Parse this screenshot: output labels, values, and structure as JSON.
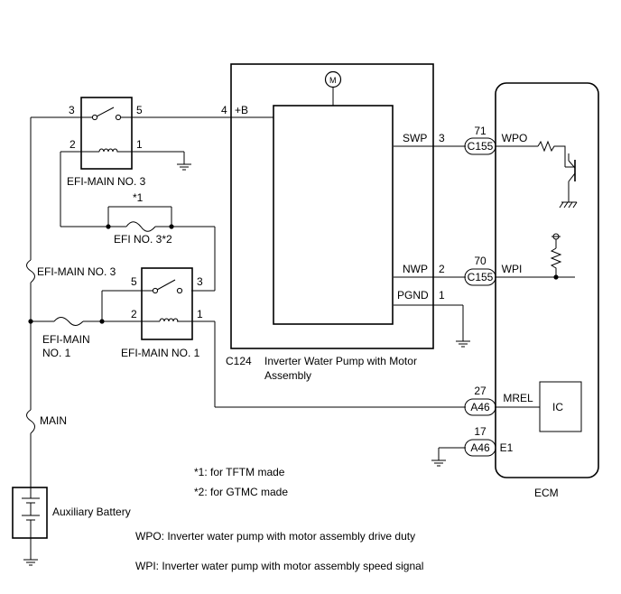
{
  "relays": {
    "efi_main_3": {
      "name": "EFI-MAIN NO. 3",
      "pin_in": "3",
      "pin_out": "5",
      "coil_a": "2",
      "coil_b": "1"
    },
    "efi_main_1": {
      "name": "EFI-MAIN NO. 1",
      "pin_in": "5",
      "pin_out": "3",
      "coil_a": "2",
      "coil_b": "1"
    }
  },
  "fuses": {
    "efi_no3": {
      "name": "EFI NO. 3*2",
      "note": "*1"
    },
    "efi_main3": {
      "name": "EFI-MAIN NO. 3"
    },
    "efi_main": {
      "name_line1": "EFI-MAIN",
      "name_line2": "NO. 1"
    },
    "main": {
      "name": "MAIN"
    }
  },
  "battery": {
    "name": "Auxiliary Battery"
  },
  "pump": {
    "connector": "C124",
    "title_line1": "Inverter Water Pump with Motor",
    "title_line2": "Assembly",
    "motor_symbol": "M",
    "pin_b_num": "4",
    "pin_b_label": "+B",
    "pin_swp_label": "SWP",
    "pin_swp_num": "3",
    "pin_nwp_label": "NWP",
    "pin_nwp_num": "2",
    "pin_pgnd_label": "PGND",
    "pin_pgnd_num": "1"
  },
  "ecm": {
    "name": "ECM",
    "ic_label": "IC",
    "pins": [
      {
        "num": "71",
        "connector": "C155",
        "signal": "WPO"
      },
      {
        "num": "70",
        "connector": "C155",
        "signal": "WPI"
      },
      {
        "num": "27",
        "connector": "A46",
        "signal": "MREL"
      },
      {
        "num": "17",
        "connector": "A46",
        "signal": "E1"
      }
    ]
  },
  "notes": [
    "*1: for TFTM made",
    "*2: for GTMC made"
  ],
  "legend": [
    "WPO: Inverter water pump with motor assembly drive duty",
    "WPI: Inverter water pump with motor assembly speed signal"
  ]
}
